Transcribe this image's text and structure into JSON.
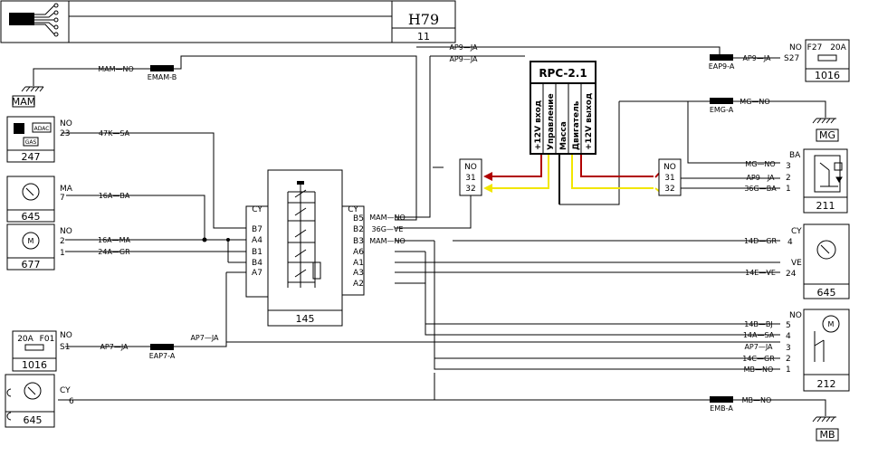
{
  "title_block": {
    "code": "H79",
    "sheet": "11"
  },
  "grounds": {
    "mam": "MAM",
    "mg": "MG",
    "mb": "MB"
  },
  "splices": {
    "emam_b": "EMAM-B",
    "eap9_a": "EAP9-A",
    "emg_a": "EMG-A",
    "eap7_a": "EAP7-A",
    "emb_a": "EMB-A"
  },
  "components": {
    "c247": {
      "id": "247",
      "pin_top_label": "NO",
      "pin_top": "23",
      "inner_a": "ADAC",
      "inner_b": "GAS"
    },
    "c645a": {
      "id": "645",
      "pin_label": "MA",
      "pin": "7"
    },
    "c677": {
      "id": "677",
      "pin_a_label": "NO",
      "pin_a": "2",
      "pin_b": "1"
    },
    "c1016a": {
      "id": "1016",
      "top_left": "20A",
      "top_right": "F01",
      "pin_label": "NO",
      "pin": "S1"
    },
    "c645b": {
      "id": "645",
      "pin_label": "CY",
      "pin": "6"
    },
    "c1016b": {
      "id": "1016",
      "top_left": "F27",
      "top_right": "20A",
      "pin_label": "NO",
      "pin": "S27"
    },
    "c211": {
      "id": "211",
      "top_label": "BA",
      "pins": [
        "3",
        "2",
        "1"
      ]
    },
    "c645c": {
      "id": "645",
      "pin_a_label": "CY",
      "pin_a": "4",
      "pin_b_label": "VE",
      "pin_b": "24"
    },
    "c212": {
      "id": "212",
      "top_label": "NO",
      "pins": [
        "5",
        "4",
        "3",
        "2",
        "1"
      ]
    },
    "c145": {
      "id": "145",
      "left_cy": "CY",
      "right_cy": "CY",
      "left_pins": [
        "B7",
        "A4",
        "B1",
        "B4",
        "A7"
      ],
      "right_pins": [
        "B5",
        "B2",
        "B3",
        "A6",
        "A1",
        "A3",
        "A2"
      ]
    },
    "conn_left": {
      "top": "NO",
      "pins": [
        "31",
        "32"
      ]
    },
    "conn_right": {
      "top": "NO",
      "pins": [
        "31",
        "32"
      ]
    }
  },
  "rpc": {
    "title": "RPC-2.1",
    "labels": [
      "+12V вход",
      "Управление",
      "Масса",
      "Двигатель",
      "+12V выход"
    ]
  },
  "wires": {
    "mam_no": "MAM—NO",
    "ap9_ja_1": "AP9—JA",
    "ap9_ja_2": "AP9—JA",
    "ap9_ja_3": "AP9—JA",
    "mg_no": "MG—NO",
    "w47k_sa": "47K—SA",
    "w16a_ba": "16A—BA",
    "w16a_ma": "16A—MA",
    "w24a_gr": "24A—GR",
    "ap7_ja_1": "AP7—JA",
    "ap7_ja_2": "AP7—JA",
    "ap7_ja_3": "AP7—JA",
    "mam_no_b5": "MAM—NO",
    "w36g_ve_b2": "36G—VE",
    "mam_no_b3": "MAM—NO",
    "mg_no_211": "MG—NO",
    "ap9_ja_211": "AP9—JA",
    "w36g_ba": "36G—BA",
    "w14d_gr": "14D—GR",
    "w14e_ve": "14E—VE",
    "w14b_bj": "14B—BJ",
    "w14a_sa": "14A—SA",
    "w14c_gr": "14C—GR",
    "mb_no_1": "MB—NO",
    "mb_no_2": "MB—NO"
  },
  "colors": {
    "red": "#b00000",
    "yellow": "#f2e600"
  }
}
